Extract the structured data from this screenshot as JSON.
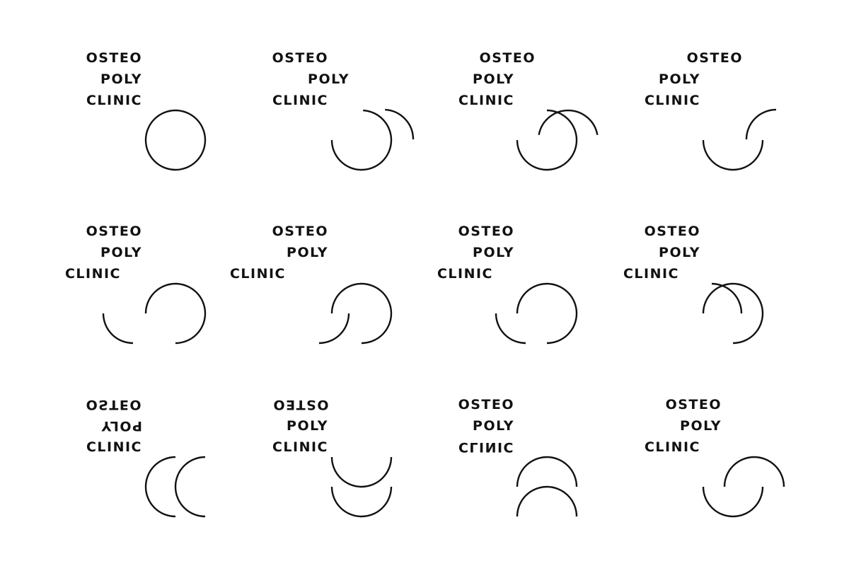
{
  "words": {
    "osteo": "OSTEO",
    "poly": "POLY",
    "clinic": "CLINIC"
  },
  "colors": {
    "ink": "#111111",
    "background": "#ffffff"
  },
  "variant_count": 12
}
